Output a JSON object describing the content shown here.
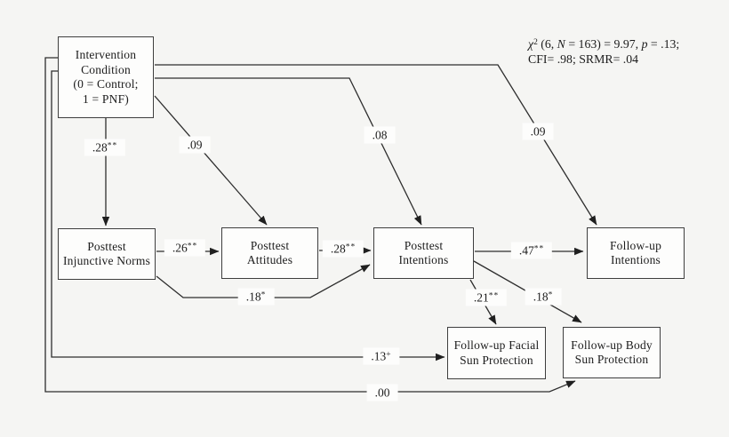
{
  "figure": {
    "type": "structural-equation-model-path-diagram",
    "background_color": "#f5f5f3",
    "line_color": "#2d2d2d",
    "box_border_color": "#3e3e3e"
  },
  "fit_statistics": {
    "chi_symbol": "χ",
    "chi_sup": "2",
    "seg_after_chi": " (6, ",
    "n_var": "N",
    "seg_mid": " = 163) = 9.97, ",
    "p_var": "p",
    "seg_end": " = .13;",
    "line2": "CFI= .98; SRMR= .04"
  },
  "boxes": {
    "intervention": {
      "line1": "Intervention",
      "line2": "Condition",
      "line3": "(0 = Control;",
      "line4": "1 = PNF)"
    },
    "injunctive": {
      "line1": "Posttest",
      "line2": "Injunctive Norms"
    },
    "attitudes": {
      "line1": "Posttest",
      "line2": "Attitudes"
    },
    "intentions": {
      "line1": "Posttest",
      "line2": "Intentions"
    },
    "fu_intentions": {
      "line1": "Follow-up",
      "line2": "Intentions"
    },
    "fu_facial": {
      "line1": "Follow-up Facial",
      "line2": "Sun Protection"
    },
    "fu_body": {
      "line1": "Follow-up Body",
      "line2": "Sun Protection"
    }
  },
  "coefficients": {
    "cond_norms": {
      "value": ".28",
      "sup": "**"
    },
    "cond_attitudes": {
      "value": ".09",
      "sup": ""
    },
    "cond_intentions": {
      "value": ".08",
      "sup": ""
    },
    "cond_fu_intentions": {
      "value": ".09",
      "sup": ""
    },
    "norms_attitudes": {
      "value": ".26",
      "sup": "**"
    },
    "attitudes_intentions": {
      "value": ".28",
      "sup": "**"
    },
    "norms_intentions": {
      "value": ".18",
      "sup": "*"
    },
    "intentions_fu_intentions": {
      "value": ".47",
      "sup": "**"
    },
    "intentions_fu_facial": {
      "value": ".21",
      "sup": "**"
    },
    "intentions_fu_body": {
      "value": ".18",
      "sup": "*"
    },
    "cond_fu_facial": {
      "value": ".13",
      "sup": "+"
    },
    "cond_fu_body": {
      "value": ".00",
      "sup": ""
    }
  },
  "edges": [
    {
      "from": "Intervention Condition",
      "to": "Posttest Injunctive Norms",
      "coefficient": ".28**"
    },
    {
      "from": "Intervention Condition",
      "to": "Posttest Attitudes",
      "coefficient": ".09"
    },
    {
      "from": "Intervention Condition",
      "to": "Posttest Intentions",
      "coefficient": ".08"
    },
    {
      "from": "Intervention Condition",
      "to": "Follow-up Intentions",
      "coefficient": ".09"
    },
    {
      "from": "Intervention Condition",
      "to": "Follow-up Facial Sun Protection",
      "coefficient": ".13+"
    },
    {
      "from": "Intervention Condition",
      "to": "Follow-up Body Sun Protection",
      "coefficient": ".00"
    },
    {
      "from": "Posttest Injunctive Norms",
      "to": "Posttest Attitudes",
      "coefficient": ".26**"
    },
    {
      "from": "Posttest Injunctive Norms",
      "to": "Posttest Intentions",
      "coefficient": ".18*"
    },
    {
      "from": "Posttest Attitudes",
      "to": "Posttest Intentions",
      "coefficient": ".28**"
    },
    {
      "from": "Posttest Intentions",
      "to": "Follow-up Intentions",
      "coefficient": ".47**"
    },
    {
      "from": "Posttest Intentions",
      "to": "Follow-up Facial Sun Protection",
      "coefficient": ".21**"
    },
    {
      "from": "Posttest Intentions",
      "to": "Follow-up Body Sun Protection",
      "coefficient": ".18*"
    }
  ]
}
